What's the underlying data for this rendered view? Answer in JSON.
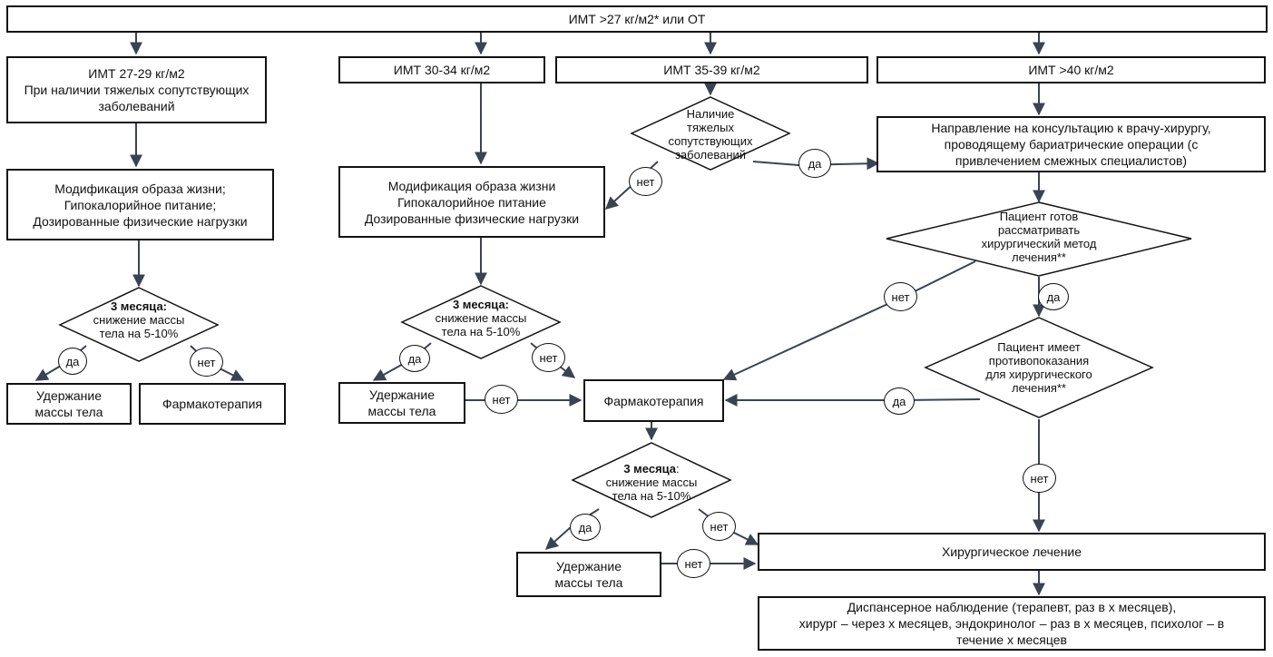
{
  "top": {
    "label": "ИМТ >27 кг/м2* или ОТ"
  },
  "col1": {
    "header": [
      "ИМТ 27-29 кг/м2",
      "При наличии тяжелых сопутствующих",
      "заболеваний"
    ],
    "lifestyle": [
      "Модификация образа жизни;",
      "Гипокалорийное питание;",
      "Дозированные физические нагрузки"
    ],
    "decision": {
      "title": "3 месяца:",
      "line1": "снижение массы",
      "line2": "тела на 5-10%"
    },
    "yes": "да",
    "no": "нет",
    "maintain": [
      "Удержание",
      "массы тела"
    ],
    "pharma": "Фармакотерапия"
  },
  "col2": {
    "header": "ИМТ 30-34 кг/м2",
    "lifestyle": [
      "Модификация образа жизни",
      "Гипокалорийное питание",
      "Дозированные физические нагрузки"
    ],
    "decision": {
      "title": "3 месяца:",
      "line1": "снижение массы",
      "line2": "тела на 5-10%"
    },
    "yes": "да",
    "no": "нет",
    "maintain": [
      "Удержание",
      "массы тела"
    ],
    "maintain_no": "нет"
  },
  "col3": {
    "header": "ИМТ 35-39 кг/м2",
    "decision": [
      "Наличие",
      "тяжелых",
      "сопутствующих",
      "заболеваний"
    ],
    "yes": "да",
    "no": "нет"
  },
  "col4": {
    "header": "ИМТ >40 кг/м2",
    "referral": [
      "Направление на консультацию к врачу-хирургу,",
      "проводящему бариатрические операции (с",
      "привлечением смежных специалистов)"
    ],
    "ready_decision": [
      "Пациент готов",
      "рассматривать",
      "хирургический метод",
      "лечения**"
    ],
    "ready_yes": "да",
    "ready_no": "нет",
    "contra_decision": [
      "Пациент имеет",
      "противопоказания",
      "для хирургического",
      "лечения**"
    ],
    "contra_yes": "да",
    "contra_no": "нет"
  },
  "pharma_main": {
    "label": "Фармакотерапия"
  },
  "decision3": {
    "title": "3 месяца",
    "title_suffix": ":",
    "line1": "снижение массы",
    "line2": "тела на 5-10%"
  },
  "decision3_yes": "да",
  "decision3_no": "нет",
  "maintain3": [
    "Удержание",
    "массы тела"
  ],
  "maintain3_no": "нет",
  "surgery": {
    "label": "Хирургическое лечение"
  },
  "followup": [
    "Диспансерное наблюдение (терапевт, раз в х месяцев),",
    "хирург – через х месяцев, эндокринолог – раз в х месяцев, психолог – в",
    "течение х месяцев"
  ]
}
